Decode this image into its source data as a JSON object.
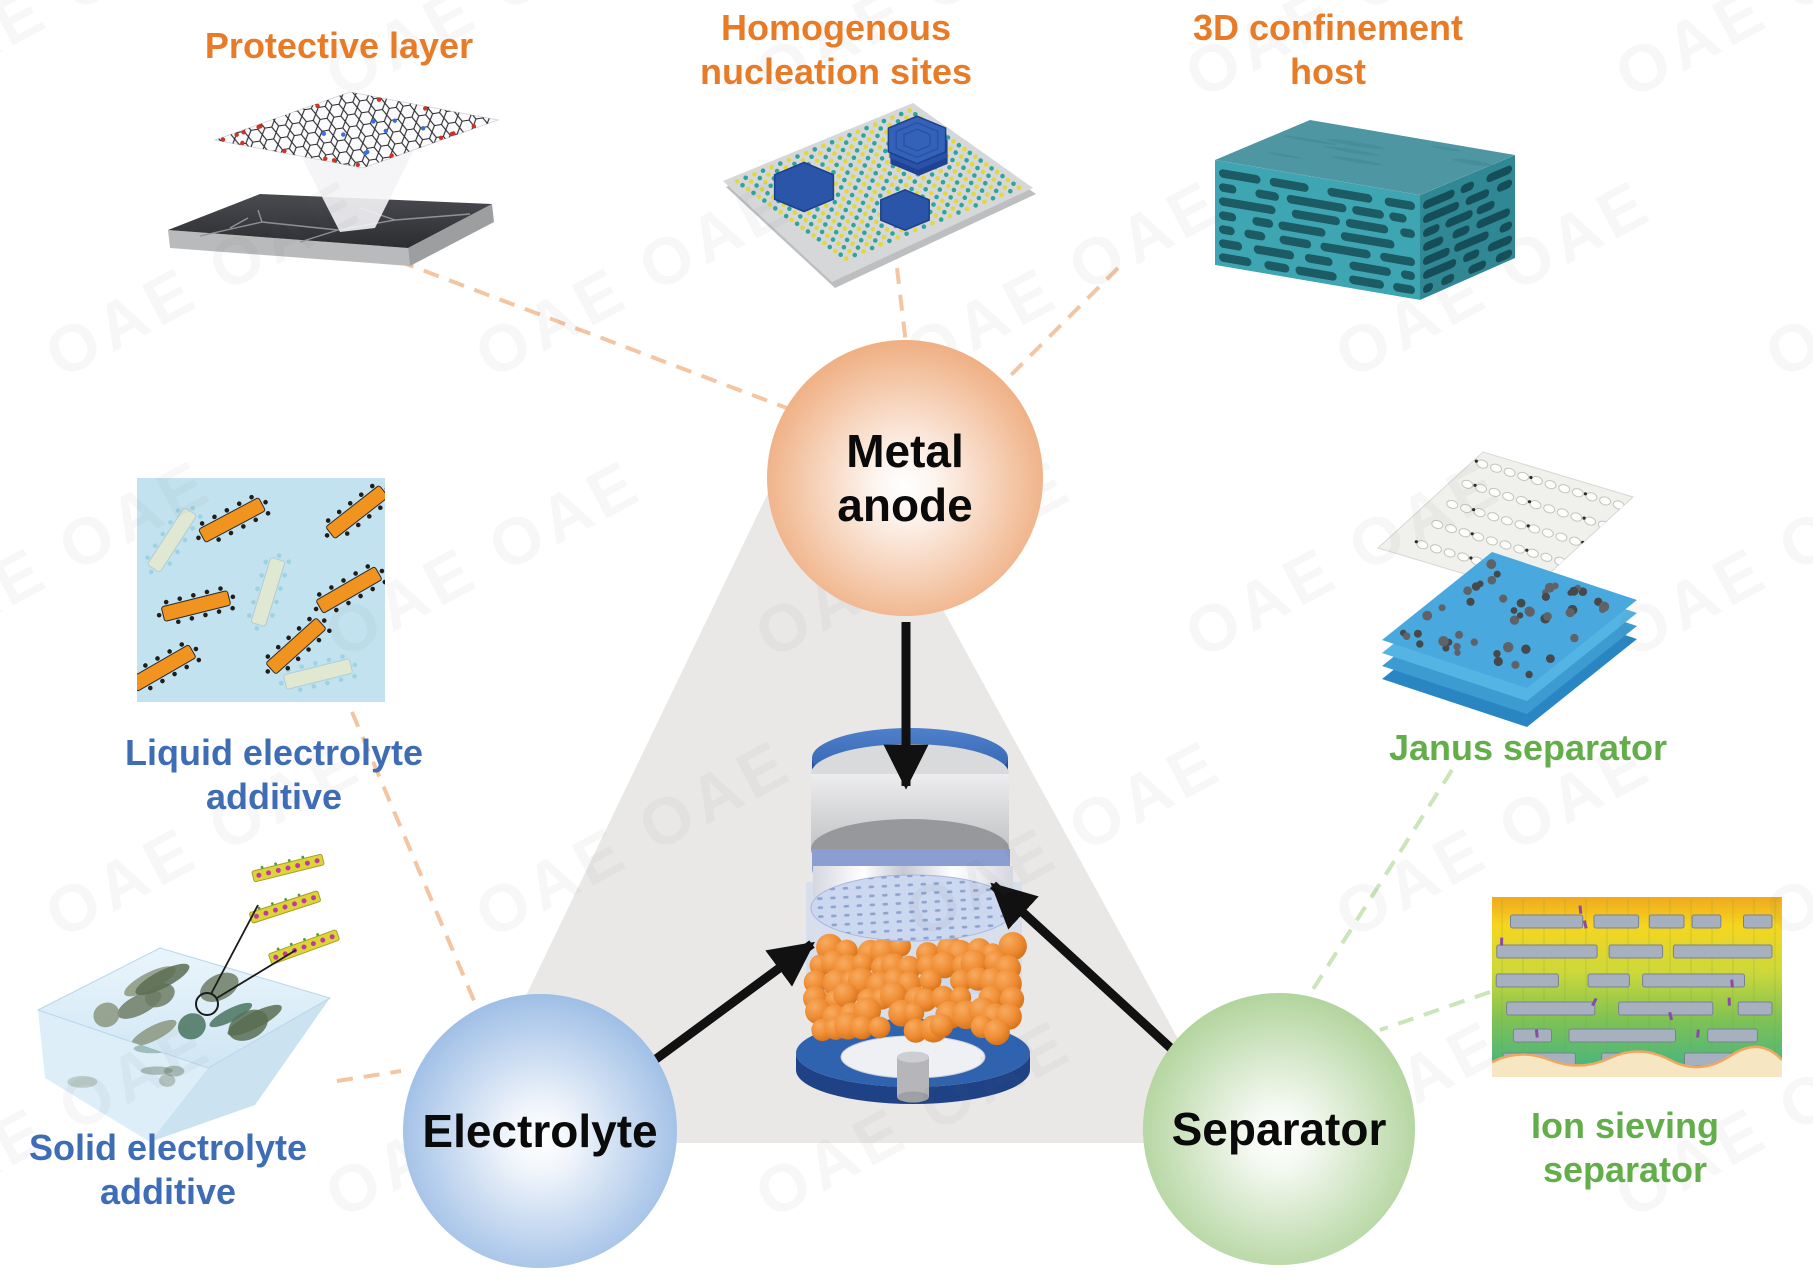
{
  "figure": {
    "sections": {
      "protective_layer": {
        "label": "Protective layer"
      },
      "nucleation": {
        "line1": "Homogenous",
        "line2": "nucleation sites"
      },
      "confinement_host": {
        "line1": "3D confinement",
        "line2": "host"
      },
      "liquid_additive": {
        "line1": "Liquid electrolyte",
        "line2": "additive"
      },
      "solid_additive": {
        "line1": "Solid electrolyte",
        "line2": "additive"
      },
      "janus_separator": {
        "label": "Janus separator"
      },
      "ion_sieving": {
        "line1": "Ion sieving",
        "line2": "separator"
      }
    },
    "nodes": {
      "metal_anode": {
        "line1": "Metal",
        "line2": "anode"
      },
      "electrolyte": {
        "label": "Electrolyte"
      },
      "separator": {
        "label": "Separator"
      }
    },
    "watermark": "OAE"
  },
  "colors": {
    "orange-text": "#e87b28",
    "blue-text": "#3e6cb5",
    "green-text": "#63ae4a",
    "anode-circle-edge": "#eda26e",
    "electrolyte-circle-edge": "#8fb4e2",
    "separator-circle-edge": "#a5cd8d",
    "triangle-fill": "#e9e8e6",
    "dash-orange": "#f4c5a2",
    "dash-green": "#cbe4ba",
    "arrow": "#111111"
  }
}
